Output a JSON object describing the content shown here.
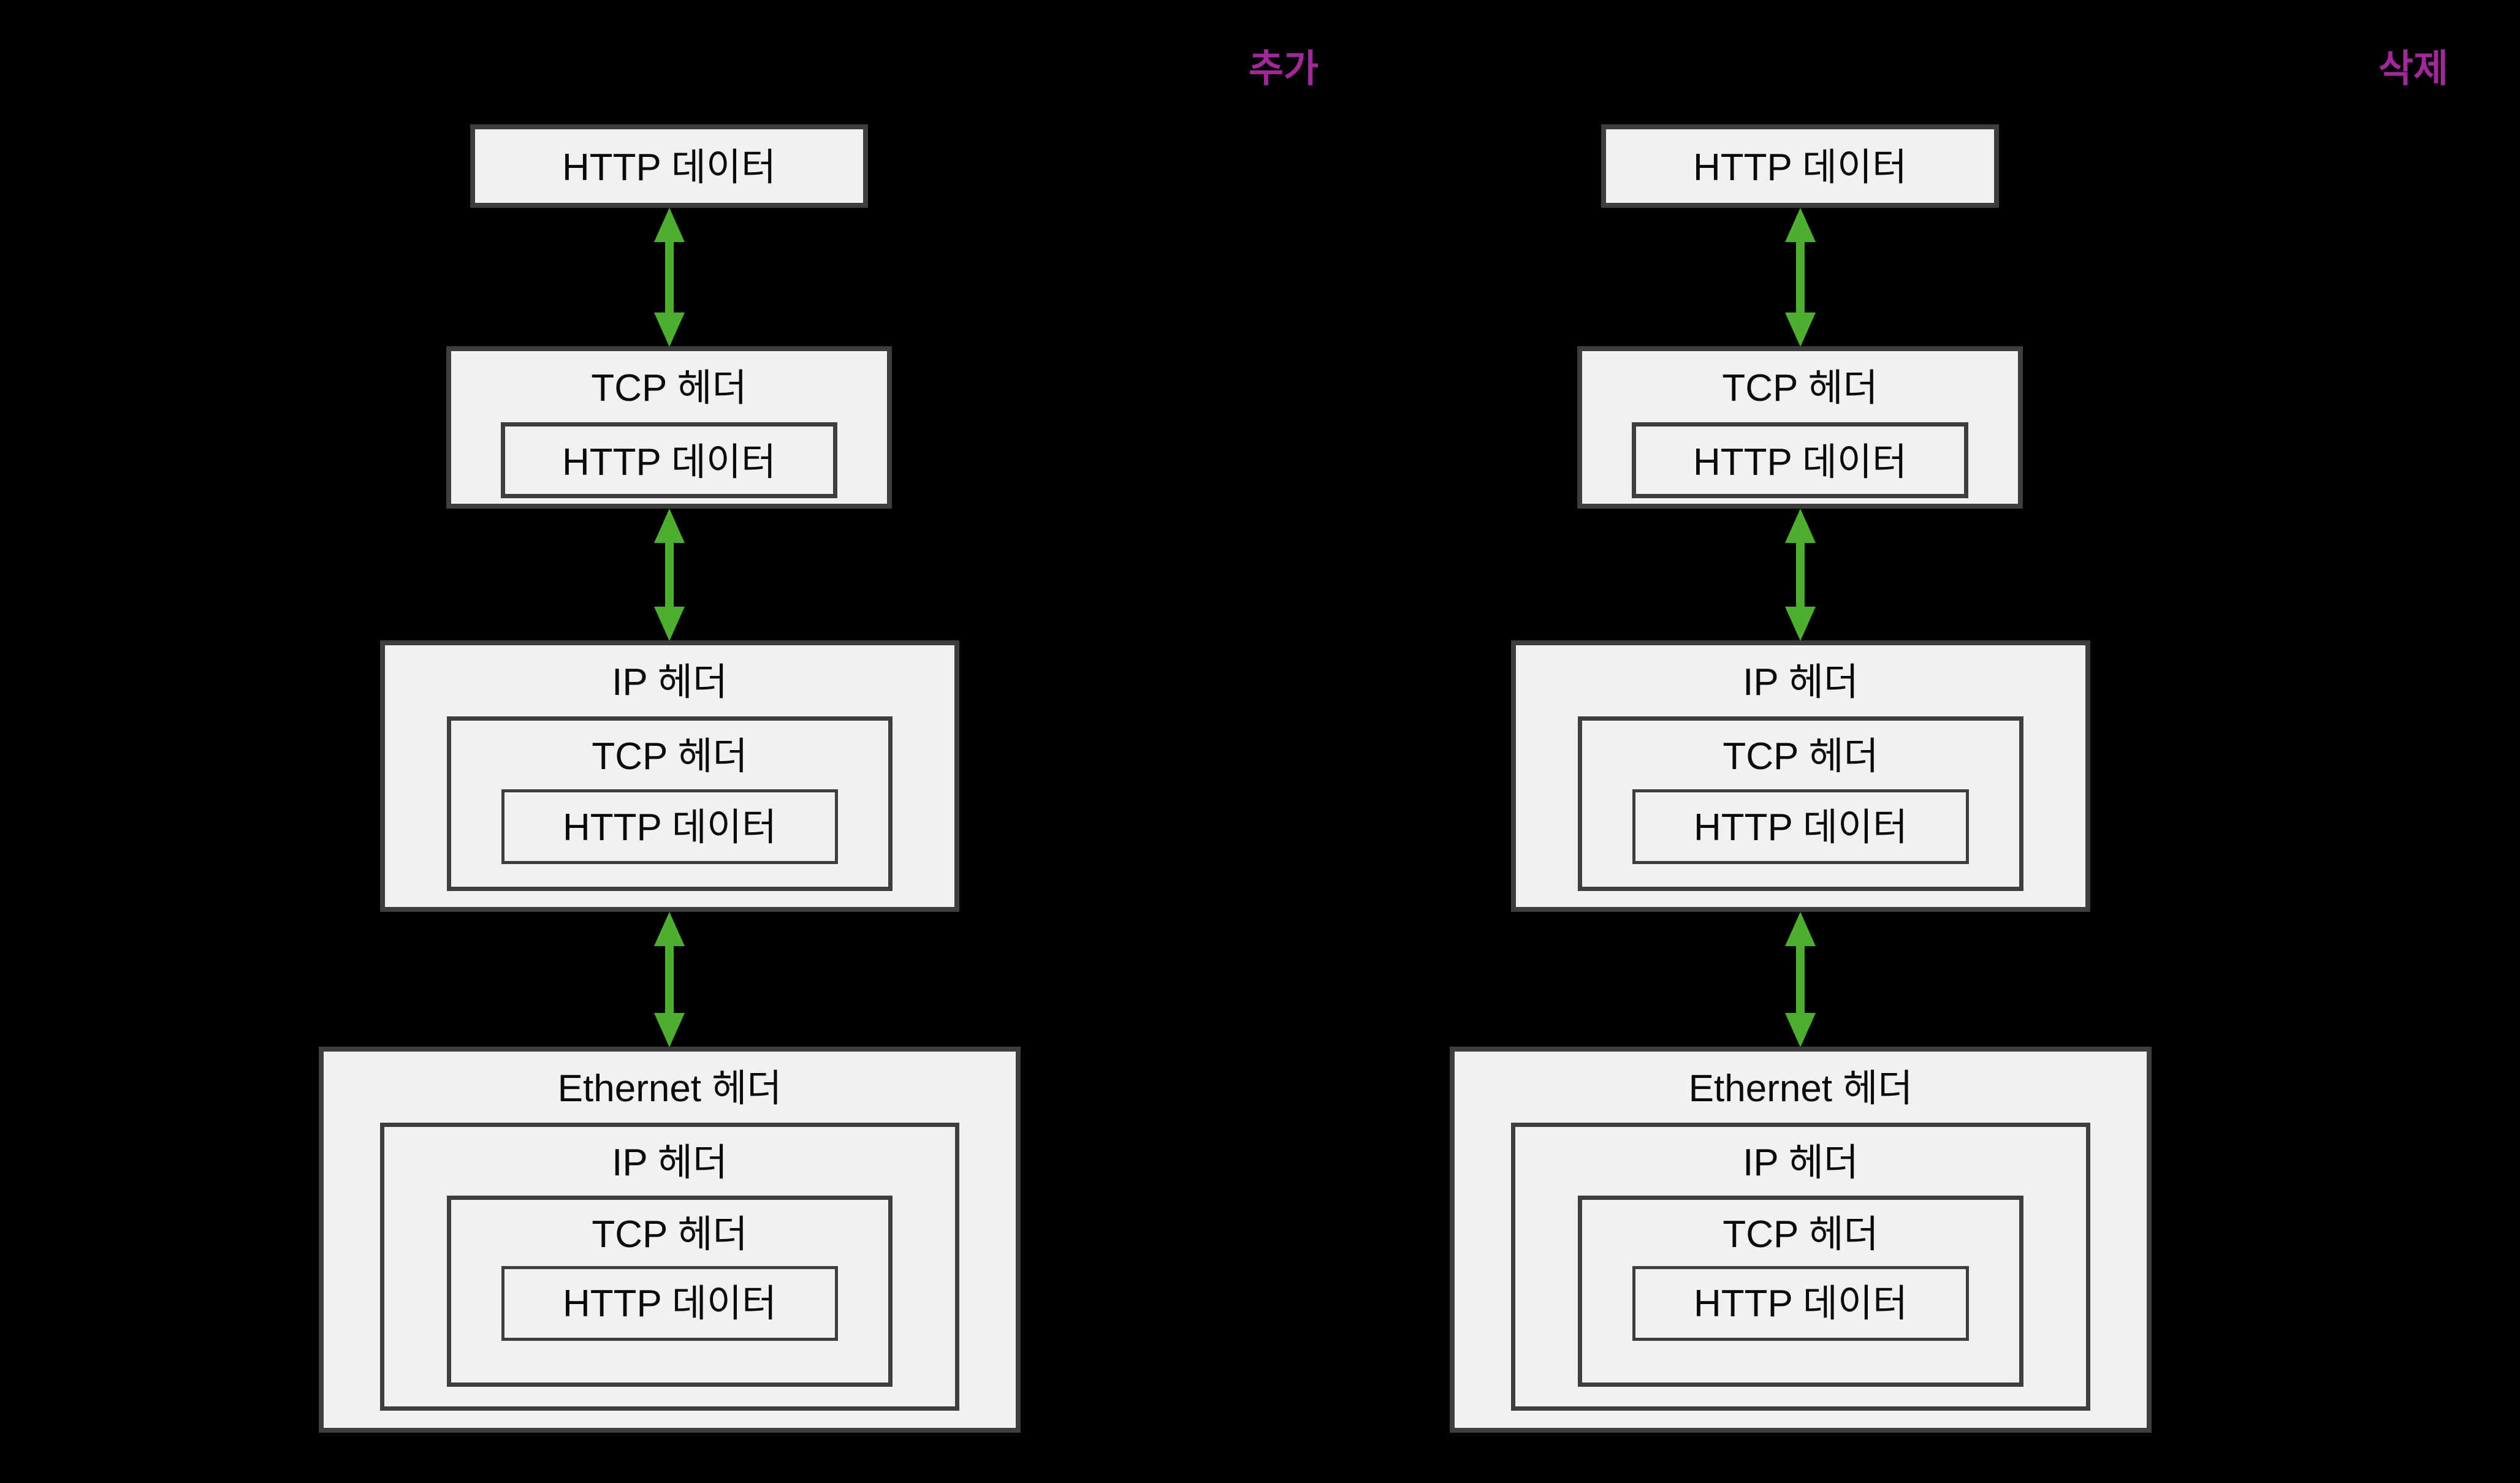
{
  "background_color": "#000000",
  "theme": {
    "box_fill": "#F1F1F1",
    "box_border": "#3E3E3E",
    "text_color": "#0A0A0A",
    "arrow_color": "#4CAF2F",
    "caption_color": "#A02898"
  },
  "captions": {
    "left": "추가",
    "right": "삭제"
  },
  "labels": {
    "http": "HTTP 데이터",
    "tcp": "TCP 헤더",
    "ip": "IP 헤더",
    "ethernet": "Ethernet 헤더"
  },
  "columns": [
    {
      "id": "encapsulation",
      "caption": "추가",
      "levels": [
        {
          "level": 1,
          "stack": [
            "HTTP 데이터"
          ]
        },
        {
          "level": 2,
          "stack": [
            "TCP 헤더",
            "HTTP 데이터"
          ]
        },
        {
          "level": 3,
          "stack": [
            "IP 헤더",
            "TCP 헤더",
            "HTTP 데이터"
          ]
        },
        {
          "level": 4,
          "stack": [
            "Ethernet 헤더",
            "IP 헤더",
            "TCP 헤더",
            "HTTP 데이터"
          ]
        }
      ]
    },
    {
      "id": "decapsulation",
      "caption": "삭제",
      "levels": [
        {
          "level": 1,
          "stack": [
            "HTTP 데이터"
          ]
        },
        {
          "level": 2,
          "stack": [
            "TCP 헤더",
            "HTTP 데이터"
          ]
        },
        {
          "level": 3,
          "stack": [
            "IP 헤더",
            "TCP 헤더",
            "HTTP 데이터"
          ]
        },
        {
          "level": 4,
          "stack": [
            "Ethernet 헤더",
            "IP 헤더",
            "TCP 헤더",
            "HTTP 데이터"
          ]
        }
      ]
    }
  ],
  "connectors": [
    {
      "name": "http-to-tcp",
      "style": "double-headed-vertical-arrow"
    },
    {
      "name": "tcp-to-ip",
      "style": "double-headed-vertical-arrow"
    },
    {
      "name": "ip-to-ethernet",
      "style": "double-headed-vertical-arrow"
    }
  ]
}
